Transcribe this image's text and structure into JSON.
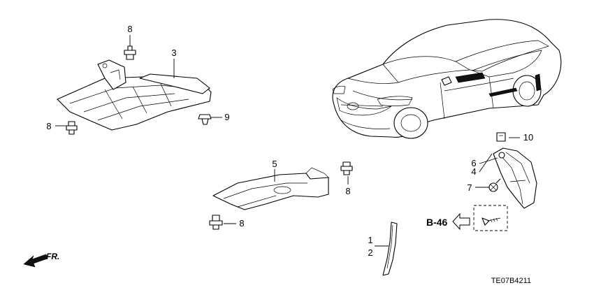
{
  "diagram": {
    "callouts": {
      "c1": "1",
      "c2": "2",
      "c3": "3",
      "c4": "4",
      "c5": "5",
      "c6": "6",
      "c7": "7",
      "c8a": "8",
      "c8b": "8",
      "c8c": "8",
      "c8d": "8",
      "c9": "9",
      "c10": "10"
    },
    "reference": "B-46",
    "direction": "FR.",
    "drawing_code": "TE07B4211"
  }
}
